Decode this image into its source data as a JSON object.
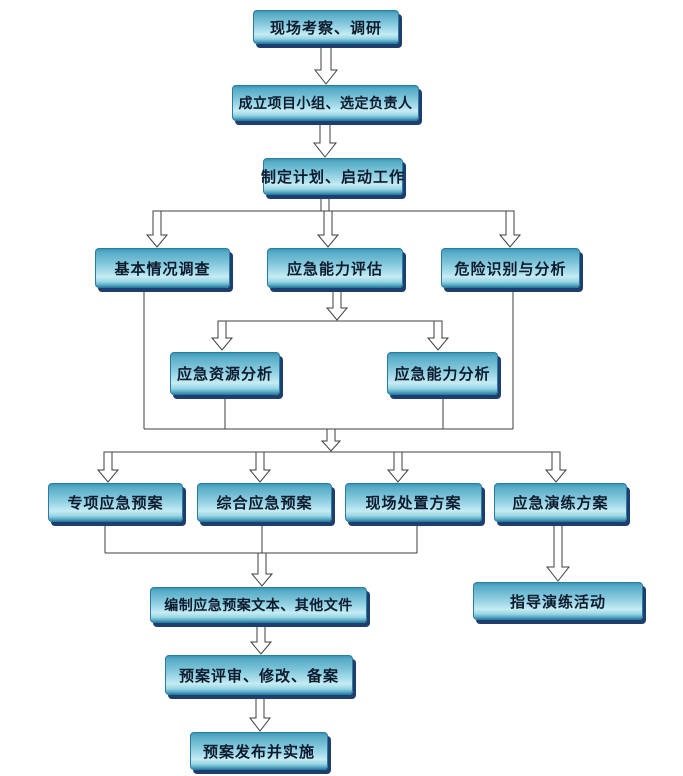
{
  "flowchart": {
    "colors": {
      "background": "#ffffff",
      "node_fill_top": "#55abc6",
      "node_fill_highlight": "#c6ebf3",
      "node_border": "#2a7da0",
      "node_shadow": "#1e3f6d",
      "connector_line": "#3f3f3f",
      "arrow_fill": "#ffffff",
      "text": "#0d1b2e"
    },
    "nodes": [
      {
        "id": "site-survey",
        "label": "现场考察、调研"
      },
      {
        "id": "form-team",
        "label": "成立项目小组、选定负责人"
      },
      {
        "id": "make-plan",
        "label": "制定计划、启动工作"
      },
      {
        "id": "basic-survey",
        "label": "基本情况调查"
      },
      {
        "id": "capability-assessment",
        "label": "应急能力评估"
      },
      {
        "id": "hazard-identification",
        "label": "危险识别与分析"
      },
      {
        "id": "resource-analysis",
        "label": "应急资源分析"
      },
      {
        "id": "capability-analysis",
        "label": "应急能力分析"
      },
      {
        "id": "special-plan",
        "label": "专项应急预案"
      },
      {
        "id": "comprehensive-plan",
        "label": "综合应急预案"
      },
      {
        "id": "onsite-plan",
        "label": "现场处置方案"
      },
      {
        "id": "drill-plan",
        "label": "应急演练方案"
      },
      {
        "id": "compile-documents",
        "label": "编制应急预案文本、其他文件"
      },
      {
        "id": "guide-drill",
        "label": "指导演练活动"
      },
      {
        "id": "review-revise",
        "label": "预案评审、修改、备案"
      },
      {
        "id": "publish-implement",
        "label": "预案发布并实施"
      }
    ],
    "edges": [
      {
        "from": "site-survey",
        "to": "form-team"
      },
      {
        "from": "form-team",
        "to": "make-plan"
      },
      {
        "from": "make-plan",
        "to": "basic-survey"
      },
      {
        "from": "make-plan",
        "to": "capability-assessment"
      },
      {
        "from": "make-plan",
        "to": "hazard-identification"
      },
      {
        "from": "capability-assessment",
        "to": "resource-analysis"
      },
      {
        "from": "capability-assessment",
        "to": "capability-analysis"
      },
      {
        "from": "basic-survey",
        "to": "special-plan"
      },
      {
        "from": "basic-survey",
        "to": "comprehensive-plan"
      },
      {
        "from": "basic-survey",
        "to": "onsite-plan"
      },
      {
        "from": "basic-survey",
        "to": "drill-plan"
      },
      {
        "from": "resource-analysis",
        "to": "special-plan"
      },
      {
        "from": "resource-analysis",
        "to": "comprehensive-plan"
      },
      {
        "from": "resource-analysis",
        "to": "onsite-plan"
      },
      {
        "from": "resource-analysis",
        "to": "drill-plan"
      },
      {
        "from": "capability-analysis",
        "to": "special-plan"
      },
      {
        "from": "capability-analysis",
        "to": "comprehensive-plan"
      },
      {
        "from": "capability-analysis",
        "to": "onsite-plan"
      },
      {
        "from": "capability-analysis",
        "to": "drill-plan"
      },
      {
        "from": "hazard-identification",
        "to": "special-plan"
      },
      {
        "from": "hazard-identification",
        "to": "comprehensive-plan"
      },
      {
        "from": "hazard-identification",
        "to": "onsite-plan"
      },
      {
        "from": "hazard-identification",
        "to": "drill-plan"
      },
      {
        "from": "special-plan",
        "to": "compile-documents"
      },
      {
        "from": "comprehensive-plan",
        "to": "compile-documents"
      },
      {
        "from": "onsite-plan",
        "to": "compile-documents"
      },
      {
        "from": "drill-plan",
        "to": "guide-drill"
      },
      {
        "from": "compile-documents",
        "to": "review-revise"
      },
      {
        "from": "review-revise",
        "to": "publish-implement"
      }
    ]
  }
}
